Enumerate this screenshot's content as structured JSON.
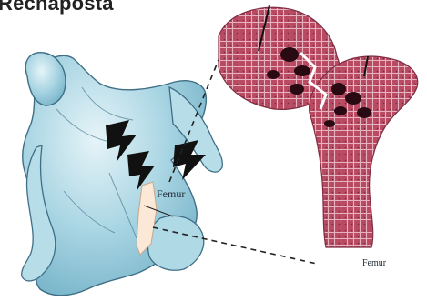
{
  "header": {
    "title": "Recnaposta"
  },
  "labels": {
    "femur_left": "Femur",
    "femur_right": "Femur"
  },
  "colors": {
    "skin_fill": "#a9d5e3",
    "skin_outline": "#3f6f86",
    "bone_tissue": "#b84a62",
    "bone_mesh": "#efc2cf",
    "fracture_dark": "#2a0a12",
    "pain_bolt": "#111111"
  },
  "icons": {
    "pain_marks": "lightning-bolt-icon"
  }
}
